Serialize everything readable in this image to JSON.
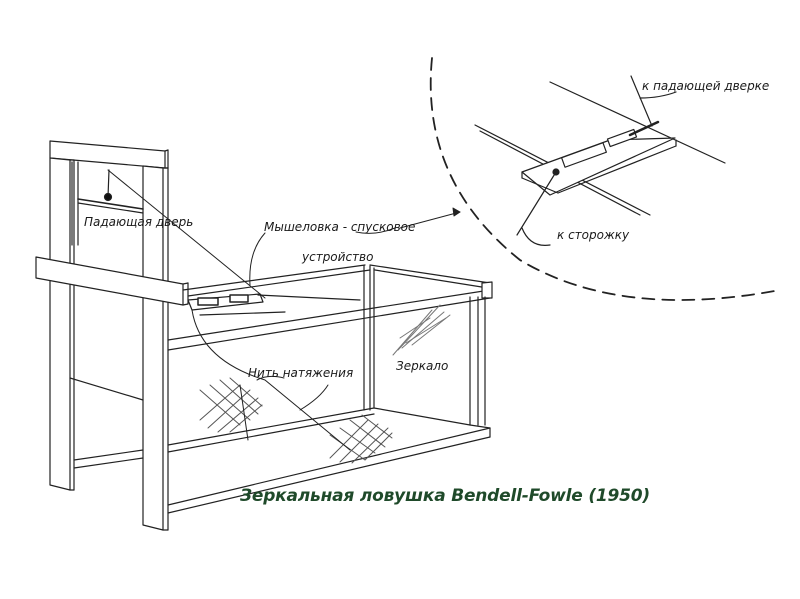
{
  "title": "Зеркальная ловушка Bendell-Fowle (1950)",
  "colors": {
    "title": "#1f4a2a",
    "lines": "#222222",
    "background": "#ffffff"
  },
  "labels": {
    "drop_door": "Падающая дверь",
    "trap_trigger_line1": "Мышеловка - спусковое",
    "trap_trigger_line2": "устройство",
    "tension_string": "Нить натяжения",
    "mirror": "Зеркало",
    "to_drop_door": "к падающей дверке",
    "to_trigger": "к сторожку"
  },
  "parts": [
    "drop-door-frame",
    "drop-door",
    "horizontal-beam",
    "box-frame",
    "mousetrap",
    "mirror",
    "wire-mesh",
    "tension-string",
    "detail-inset"
  ]
}
